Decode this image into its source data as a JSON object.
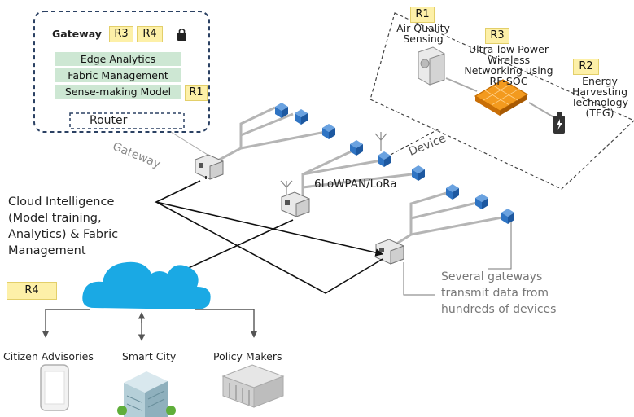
{
  "gateway_box": {
    "title": "Gateway",
    "tags": [
      "R3",
      "R4"
    ],
    "modules": [
      "Edge Analytics",
      "Fabric Management",
      "Sense-making Model"
    ],
    "module_tag": "R1",
    "router_label": "Router"
  },
  "device_box": {
    "air_quality": {
      "tag": "R1",
      "label_line1": "Air Quality",
      "label_line2": "Sensing"
    },
    "wireless": {
      "tag": "R3",
      "line1": "Ultra-low Power",
      "line2": "Wireless",
      "line3": "Networking using",
      "line4": "RF-SOC"
    },
    "energy": {
      "tag": "R2",
      "line1": "Energy",
      "line2": "Harvesting",
      "line3": "Technology",
      "line4": "(TEG)"
    }
  },
  "labels": {
    "gateway": "Gateway",
    "device": "Device",
    "protocol": "6LoWPAN/LoRa",
    "cloud_line1": "Cloud Intelligence",
    "cloud_line2": "(Model training,",
    "cloud_line3": "Analytics) & Fabric",
    "cloud_line4": "Management",
    "cloud_tag": "R4",
    "note_line1": "Several gateways",
    "note_line2": "transmit data from",
    "note_line3": "hundreds of devices"
  },
  "stakeholders": [
    "Citizen Advisories",
    "Smart City",
    "Policy Makers"
  ],
  "colors": {
    "cloud": "#1aa9e4",
    "device_cube": "#2f74c3",
    "chip": "#f39a1e",
    "tag_fill": "#fdf0a8",
    "module_fill": "#cde7d3",
    "gateway_box_border": "#2b4163"
  }
}
